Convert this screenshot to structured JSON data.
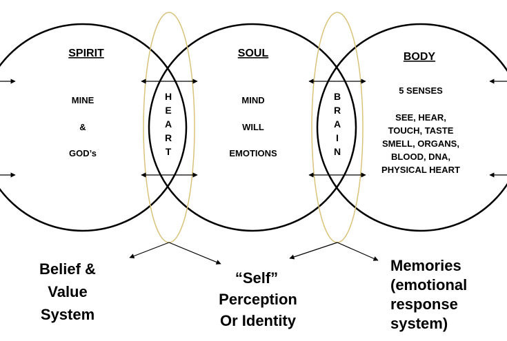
{
  "circles": {
    "spirit": {
      "title": "SPIRIT",
      "items": [
        "MINE",
        "&",
        "GOD’s"
      ]
    },
    "soul": {
      "title": "SOUL",
      "items": [
        "MIND",
        "WILL",
        "EMOTIONS"
      ]
    },
    "body": {
      "title": "BODY",
      "subtitle": "5 SENSES",
      "items": [
        "SEE, HEAR,",
        "TOUCH, TASTE",
        "SMELL, ORGANS,",
        "BLOOD, DNA,",
        "PHYSICAL HEART"
      ]
    }
  },
  "overlaps": {
    "heart": {
      "letters": [
        "H",
        "E",
        "A",
        "R",
        "T"
      ],
      "color": "#d8c27a"
    },
    "brain": {
      "letters": [
        "B",
        "R",
        "A",
        "I",
        "N"
      ],
      "color": "#d8c27a"
    }
  },
  "captions": {
    "belief": [
      "Belief &",
      "Value",
      "System"
    ],
    "self": [
      "“Self”",
      "Perception",
      "Or Identity"
    ],
    "memories": [
      "Memories",
      "(emotional",
      "response",
      "system)"
    ]
  }
}
